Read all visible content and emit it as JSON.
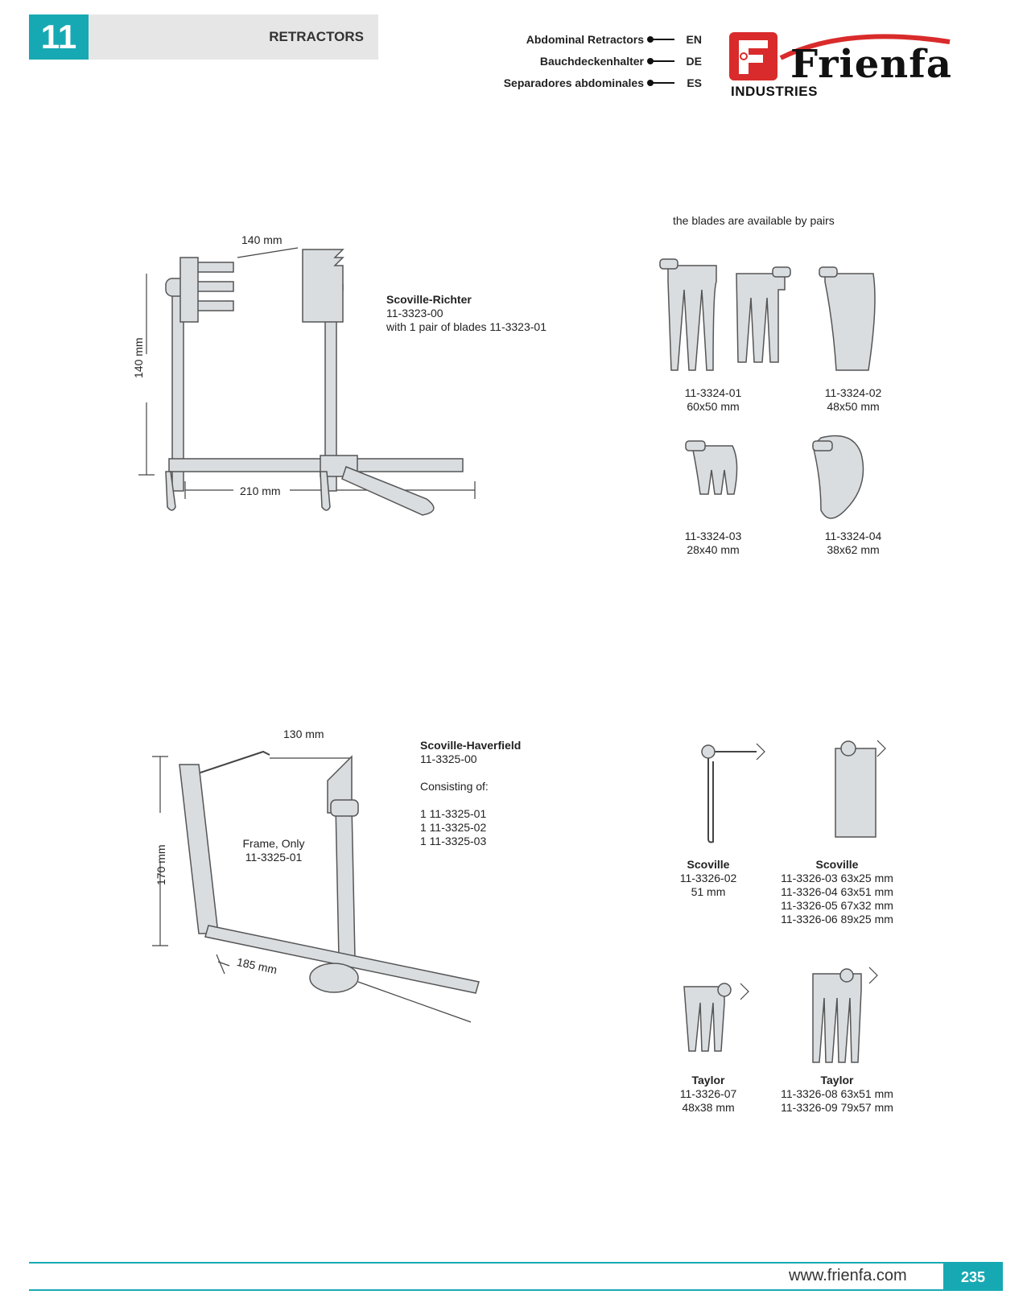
{
  "header": {
    "section_number": "11",
    "section_title": "RETRACTORS",
    "languages": [
      {
        "name": "Abdominal Retractors",
        "code": "EN"
      },
      {
        "name": "Bauchdeckenhalter",
        "code": "DE"
      },
      {
        "name": "Separadores abdominales",
        "code": "ES"
      }
    ],
    "logo": {
      "name": "Frienfa",
      "subtitle": "INDUSTRIES"
    }
  },
  "product1": {
    "name": "Scoville-Richter",
    "code": "11-3323-00",
    "note": "with 1 pair of blades 11-3323-01",
    "dim_top": "140 mm",
    "dim_side": "140 mm",
    "dim_bottom": "210 mm"
  },
  "blades_note": "the blades are available by pairs",
  "blades": [
    {
      "code": "11-3324-01",
      "size": "60x50 mm"
    },
    {
      "code": "11-3324-02",
      "size": "48x50 mm"
    },
    {
      "code": "11-3324-03",
      "size": "28x40 mm"
    },
    {
      "code": "11-3324-04",
      "size": "38x62 mm"
    }
  ],
  "product2": {
    "name": "Scoville-Haverfield",
    "code": "11-3325-00",
    "consisting_label": "Consisting of:",
    "parts": [
      "1 11-3325-01",
      "1 11-3325-02",
      "1 11-3325-03"
    ],
    "frame_label": "Frame, Only",
    "frame_code": "11-3325-01",
    "dim_top": "130 mm",
    "dim_side": "170 mm",
    "dim_bottom": "185 mm"
  },
  "accessories": [
    {
      "name": "Scoville",
      "lines": [
        "11-3326-02",
        "51 mm"
      ]
    },
    {
      "name": "Scoville",
      "lines": [
        "11-3326-03 63x25 mm",
        "11-3326-04 63x51 mm",
        "11-3326-05 67x32 mm",
        "11-3326-06 89x25 mm"
      ]
    },
    {
      "name": "Taylor",
      "lines": [
        "11-3326-07",
        "48x38 mm"
      ]
    },
    {
      "name": "Taylor",
      "lines": [
        "11-3326-08 63x51 mm",
        "11-3326-09 79x57 mm"
      ]
    }
  ],
  "footer": {
    "url": "www.frienfa.com",
    "page": "235"
  }
}
